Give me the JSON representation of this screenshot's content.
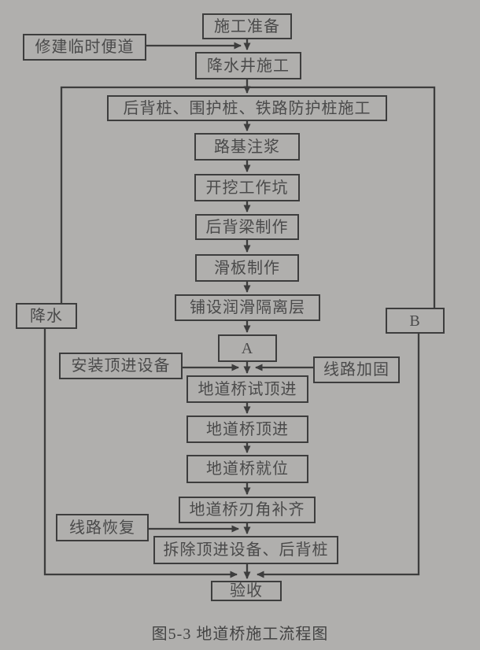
{
  "diagram": {
    "caption": "图5-3  地道桥施工流程图",
    "colors": {
      "background": "#b0afad",
      "line": "#3d3d3d",
      "text": "#4a4a4a"
    },
    "nodes": {
      "prep": {
        "label": "施工准备"
      },
      "temp_road": {
        "label": "修建临时便道"
      },
      "dewater_well": {
        "label": "降水井施工"
      },
      "piles": {
        "label": "后背桩、围护桩、铁路防护桩施工"
      },
      "grouting": {
        "label": "路基注浆"
      },
      "excavation": {
        "label": "开挖工作坑"
      },
      "back_beam": {
        "label": "后背梁制作"
      },
      "slide_plate": {
        "label": "滑板制作"
      },
      "lubrication": {
        "label": "铺设润滑隔离层"
      },
      "dewatering": {
        "label": "降水"
      },
      "connector_b": {
        "label": "B"
      },
      "connector_a": {
        "label": "A"
      },
      "install_jack": {
        "label": "安装顶进设备"
      },
      "track_reinforce": {
        "label": "线路加固"
      },
      "trial_jacking": {
        "label": "地道桥试顶进"
      },
      "jacking": {
        "label": "地道桥顶进"
      },
      "positioning": {
        "label": "地道桥就位"
      },
      "edge_fill": {
        "label": "地道桥刃角补齐"
      },
      "track_restore": {
        "label": "线路恢复"
      },
      "dismantle": {
        "label": "拆除顶进设备、后背桩"
      },
      "acceptance": {
        "label": "验收"
      }
    }
  }
}
